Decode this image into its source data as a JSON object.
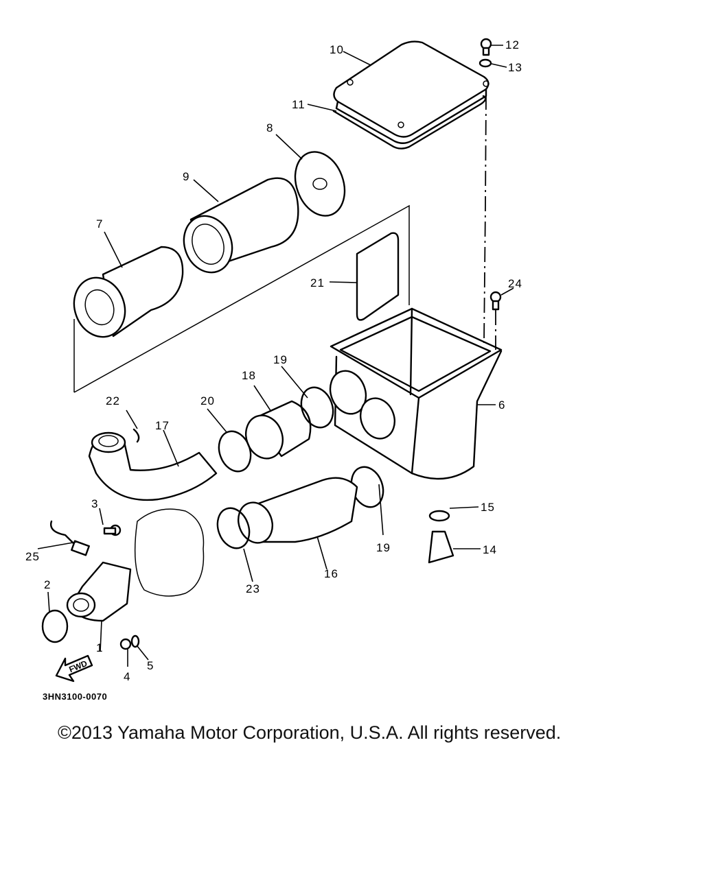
{
  "diagram": {
    "code": "3HN3100-0070",
    "fwd_label": "FWD",
    "callouts": {
      "c1": "1",
      "c2": "2",
      "c3": "3",
      "c4": "4",
      "c5": "5",
      "c6": "6",
      "c7": "7",
      "c8": "8",
      "c9": "9",
      "c10": "10",
      "c11": "11",
      "c12": "12",
      "c13": "13",
      "c14": "14",
      "c15": "15",
      "c16": "16",
      "c17": "17",
      "c18": "18",
      "c19a": "19",
      "c19b": "19",
      "c20": "20",
      "c21": "21",
      "c22": "22",
      "c23": "23",
      "c24": "24",
      "c25": "25"
    }
  },
  "copyright": "©2013 Yamaha Motor Corporation, U.S.A. All rights reserved."
}
